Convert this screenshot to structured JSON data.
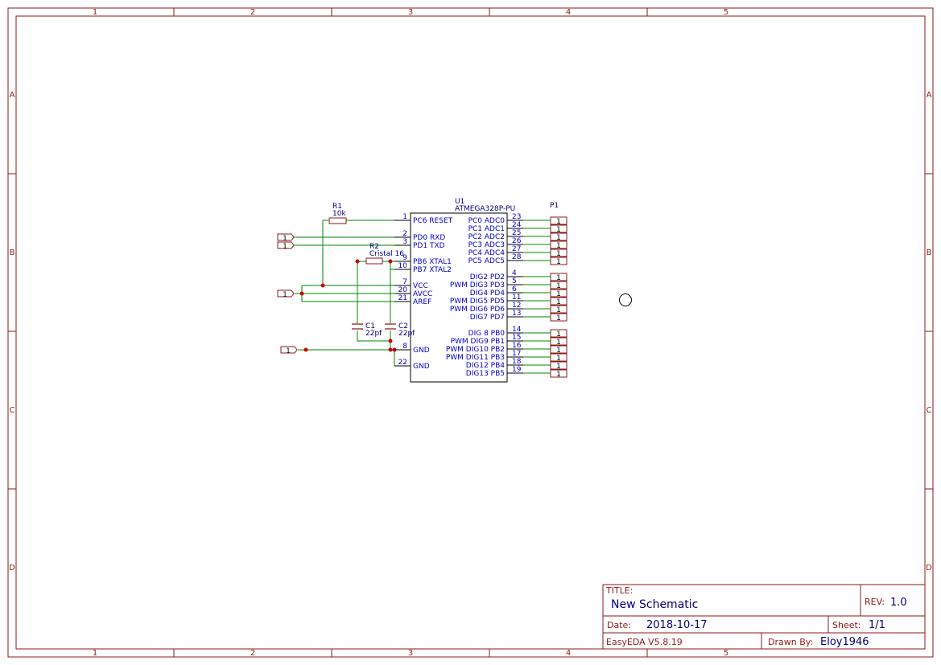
{
  "colors": {
    "frame": "#8b1a1a",
    "wire": "#008800",
    "text_blue": "#0000cc",
    "junction": "#cc0000",
    "title_text": "#000080"
  },
  "frame": {
    "columns": [
      "1",
      "2",
      "3",
      "4",
      "5"
    ],
    "rows": [
      "A",
      "B",
      "C",
      "D"
    ]
  },
  "u1": {
    "ref": "U1",
    "value": "ATMEGA328P-PU",
    "left_pins": [
      {
        "num": "1",
        "name": "PC6 RESET"
      },
      {
        "num": "2",
        "name": "PD0 RXD"
      },
      {
        "num": "3",
        "name": "PD1 TXD"
      },
      {
        "num": "9",
        "name": "PB6 XTAL1"
      },
      {
        "num": "10",
        "name": "PB7 XTAL2"
      },
      {
        "num": "7",
        "name": "VCC"
      },
      {
        "num": "20",
        "name": "AVCC"
      },
      {
        "num": "21",
        "name": "AREF"
      },
      {
        "num": "8",
        "name": "GND"
      },
      {
        "num": "22",
        "name": "GND"
      }
    ],
    "right_pins": [
      {
        "num": "23",
        "name": "PC0 ADC0"
      },
      {
        "num": "24",
        "name": "PC1 ADC1"
      },
      {
        "num": "25",
        "name": "PC2 ADC2"
      },
      {
        "num": "26",
        "name": "PC3 ADC3"
      },
      {
        "num": "27",
        "name": "PC4 ADC4"
      },
      {
        "num": "28",
        "name": "PC5 ADC5"
      },
      {
        "num": "4",
        "name": "DIG2 PD2"
      },
      {
        "num": "5",
        "name": "PWM DIG3 PD3"
      },
      {
        "num": "6",
        "name": "DIG4 PD4"
      },
      {
        "num": "11",
        "name": "PWM DIG5 PD5"
      },
      {
        "num": "12",
        "name": "PWM DIG6 PD6"
      },
      {
        "num": "13",
        "name": "DIG7 PD7"
      },
      {
        "num": "14",
        "name": "DIG 8 PB0"
      },
      {
        "num": "15",
        "name": "PWM DIG9 PB1"
      },
      {
        "num": "16",
        "name": "PWM DIG10 PB2"
      },
      {
        "num": "17",
        "name": "PWM DIG11 PB3"
      },
      {
        "num": "18",
        "name": "DIG12 PB4"
      },
      {
        "num": "19",
        "name": "DIG13 PB5"
      }
    ]
  },
  "r1": {
    "ref": "R1",
    "value": "10k"
  },
  "r2": {
    "ref": "R2",
    "value": "Cristal 16"
  },
  "c1": {
    "ref": "C1",
    "value": "22pf"
  },
  "c2": {
    "ref": "C2",
    "value": "22pf"
  },
  "p1": {
    "ref": "P1",
    "pin_label": "1"
  },
  "port_label": "1",
  "title_block": {
    "title_label": "TITLE:",
    "title": "New Schematic",
    "rev_label": "REV:",
    "rev": "1.0",
    "date_label": "Date:",
    "date": "2018-10-17",
    "sheet_label": "Sheet:",
    "sheet": "1/1",
    "software": "EasyEDA V5.8.19",
    "drawn_by_label": "Drawn By:",
    "drawn_by": "Eloy1946"
  }
}
